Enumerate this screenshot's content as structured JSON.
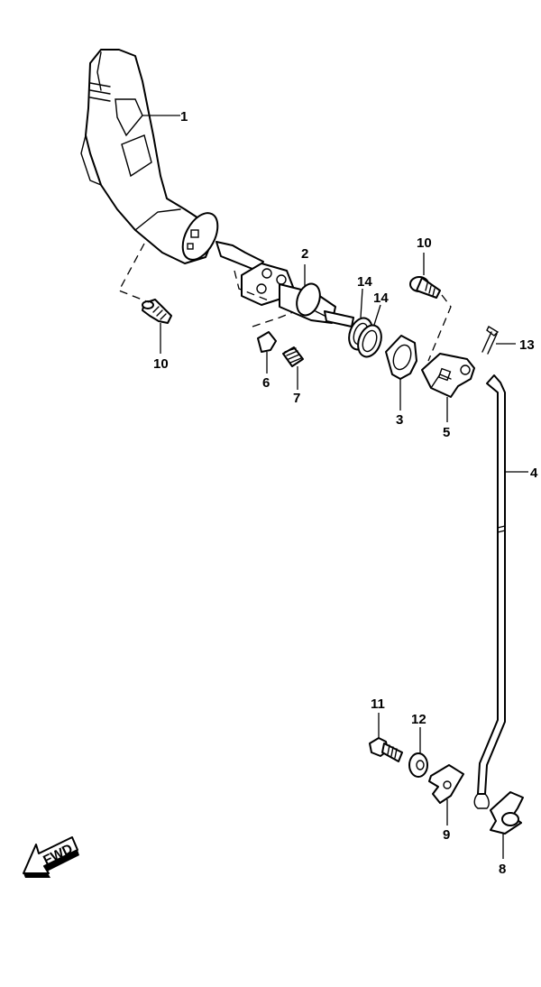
{
  "callouts": {
    "c1": "1",
    "c2": "2",
    "c3": "3",
    "c4": "4",
    "c5": "5",
    "c6": "6",
    "c7": "7",
    "c8": "8",
    "c9": "9",
    "c10a": "10",
    "c10b": "10",
    "c11": "11",
    "c12": "12",
    "c13": "13",
    "c14a": "14",
    "c14b": "14"
  },
  "fwd_label": "FWD"
}
